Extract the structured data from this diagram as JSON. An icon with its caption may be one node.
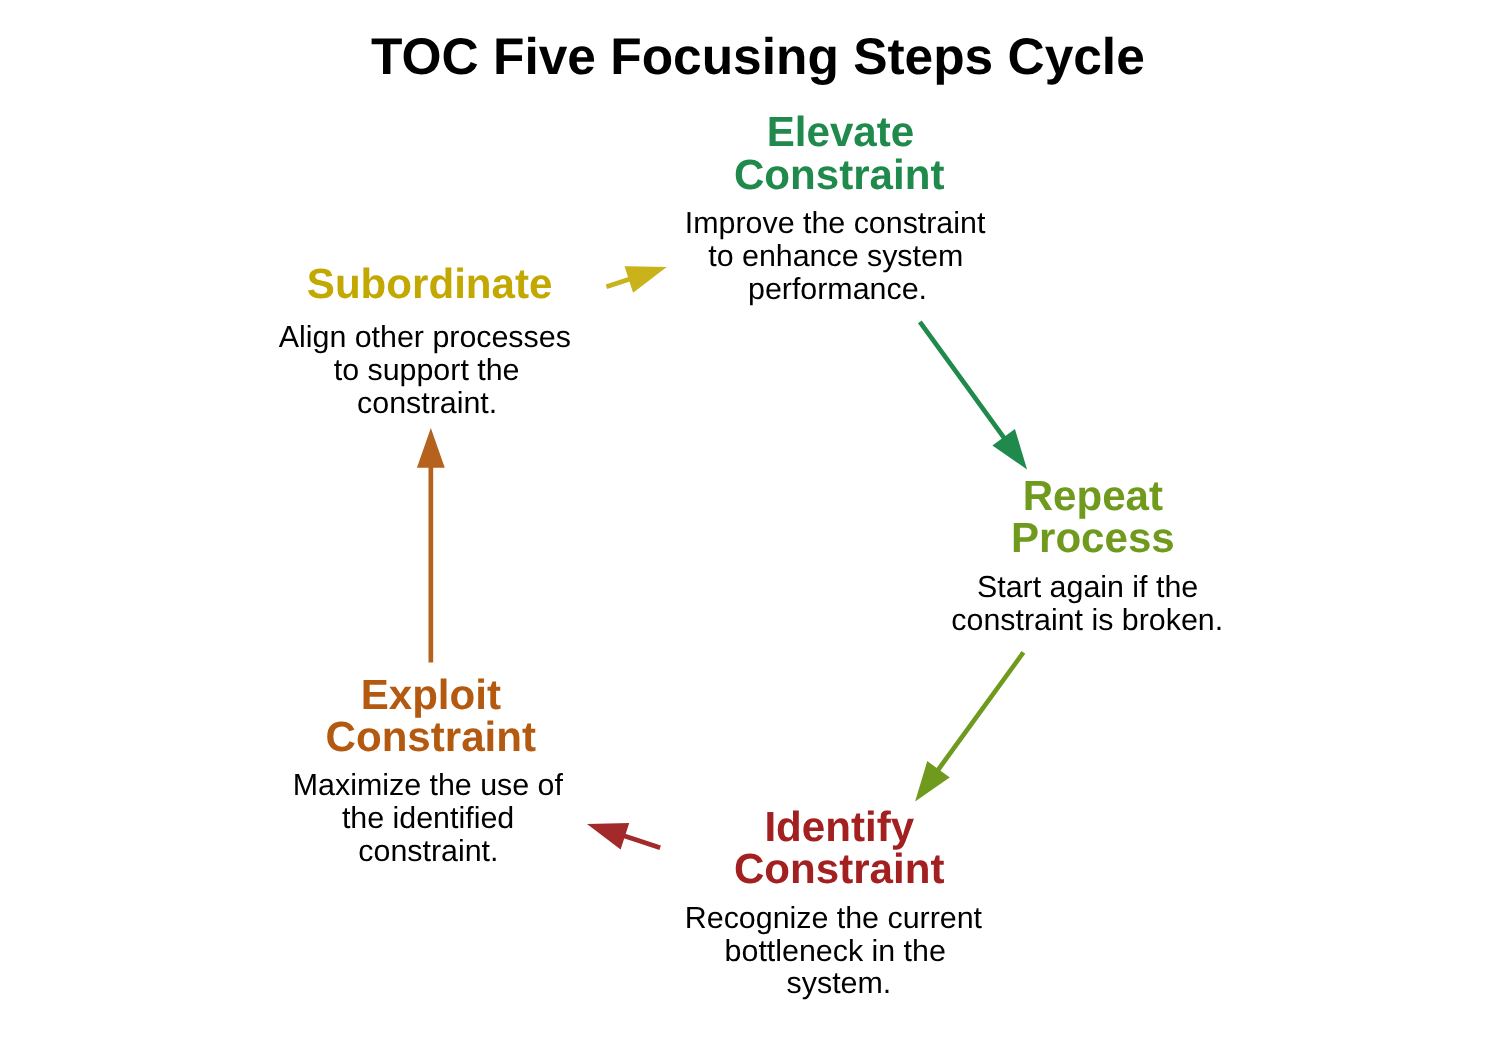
{
  "diagram": {
    "title": "TOC Five Focusing Steps Cycle",
    "nodes": [
      {
        "text": [
          "Identify Constraint",
          "Recognize the current bottleneck in the system."
        ]
      },
      {
        "text": [
          "Exploit Constraint",
          "Maximize the use of the identified constraint."
        ]
      },
      {
        "text": [
          "Subordinate",
          "Align other processes to support the constraint."
        ]
      },
      {
        "text": [
          "Elevate Constraint",
          "Improve the constraint to enhance system performance."
        ]
      },
      {
        "text": [
          "Repeat Process",
          "Start again if the constraint is broken."
        ]
      }
    ],
    "edges": [
      {
        "from": 0,
        "to": 1,
        "arrow": "to",
        "color": "#a32a2a"
      },
      {
        "from": 1,
        "to": 2,
        "arrow": "to",
        "color": "#b5621e"
      },
      {
        "from": 2,
        "to": 3,
        "arrow": "to",
        "color": "#c9b21a"
      },
      {
        "from": 3,
        "to": 4,
        "arrow": "to",
        "color": "#1f8a4c"
      },
      {
        "from": 4,
        "to": 0,
        "arrow": "to",
        "color": "#6f9a1e"
      }
    ]
  }
}
